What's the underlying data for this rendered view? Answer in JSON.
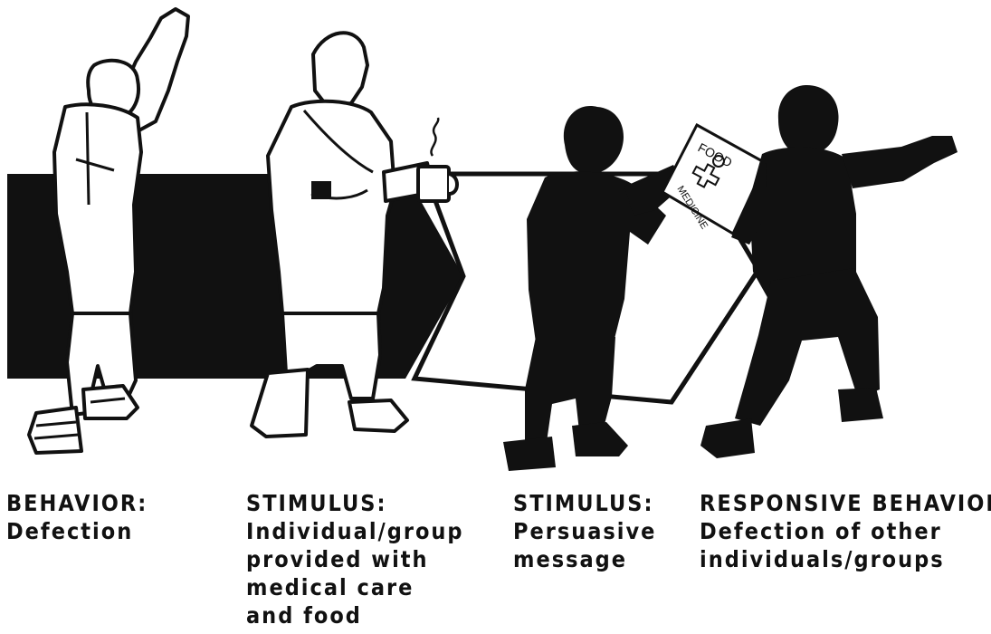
{
  "diagram": {
    "colors": {
      "ink": "#111111",
      "paper": "#ffffff"
    },
    "stages": [
      {
        "heading": "BEHAVIOR:",
        "lines": [
          "Defection"
        ]
      },
      {
        "heading": "STIMULUS:",
        "lines": [
          "Individual/group",
          "provided with",
          "medical care",
          "and food"
        ]
      },
      {
        "heading": "STIMULUS:",
        "lines": [
          "Persuasive",
          "message"
        ]
      },
      {
        "heading": "RESPONSIVE BEHAVIOR:",
        "lines": [
          "Defection of other",
          "individuals/groups"
        ]
      }
    ],
    "leaflet_text": [
      "FOOD",
      "MEDICINE"
    ]
  }
}
